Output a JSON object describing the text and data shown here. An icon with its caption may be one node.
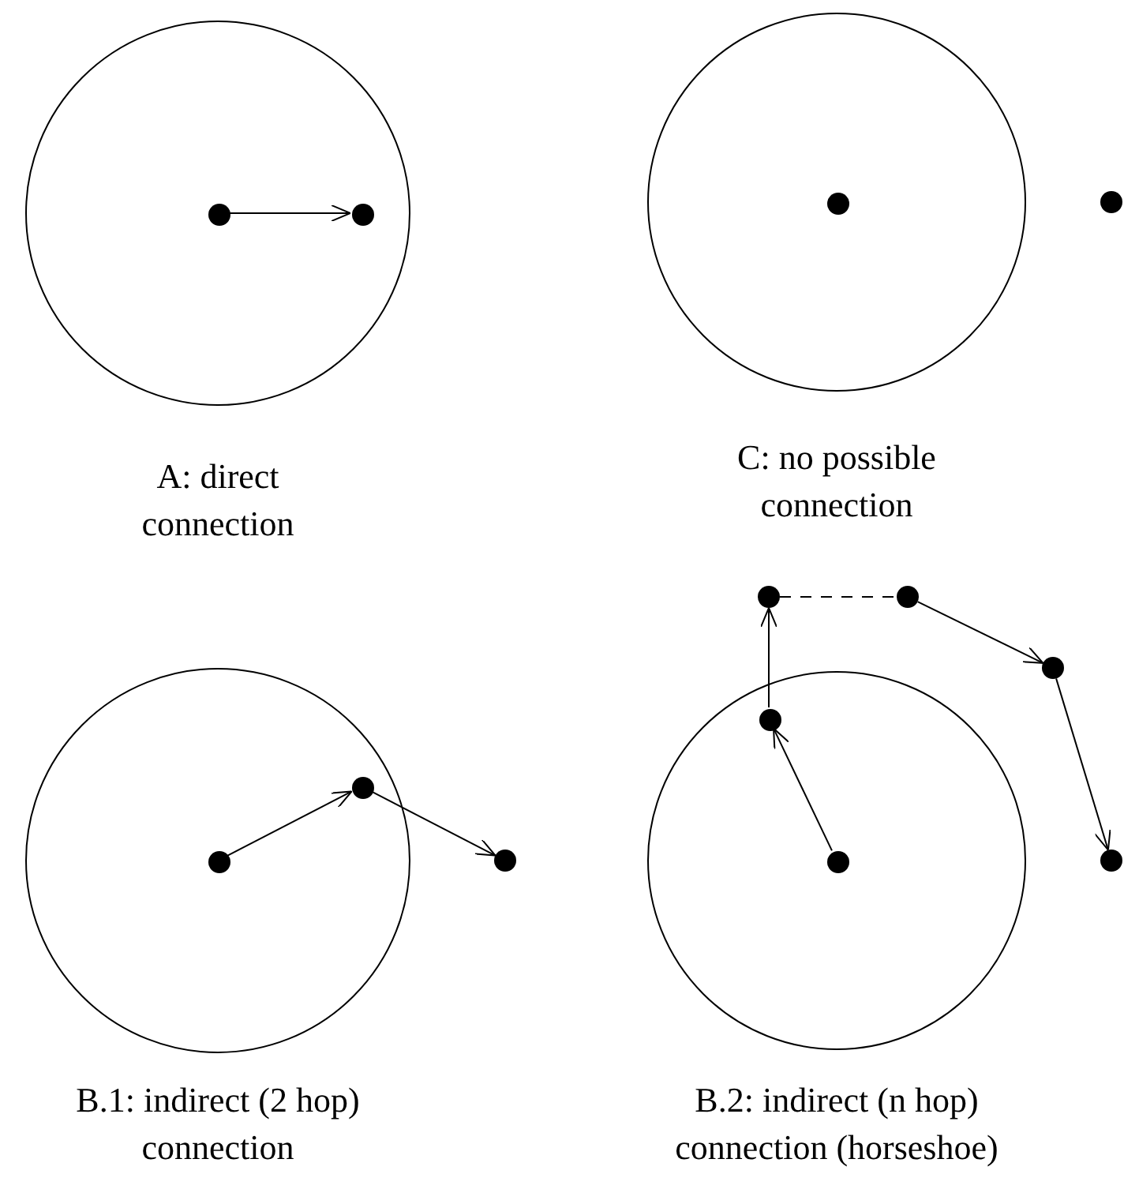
{
  "diagram": {
    "nodes": [
      {
        "text": [],
        "shape": "circle"
      },
      {
        "text": [],
        "shape": "dot",
        "in": 0
      },
      {
        "text": [],
        "shape": "dot",
        "in": 0
      },
      {
        "text": [],
        "shape": "circle"
      },
      {
        "text": [],
        "shape": "dot",
        "in": 3
      },
      {
        "text": [],
        "shape": "dot"
      },
      {
        "text": [],
        "shape": "circle"
      },
      {
        "text": [],
        "shape": "dot",
        "in": 6
      },
      {
        "text": [],
        "shape": "dot",
        "in": 6
      },
      {
        "text": [],
        "shape": "dot"
      },
      {
        "text": [],
        "shape": "circle"
      },
      {
        "text": [],
        "shape": "dot",
        "in": 10
      },
      {
        "text": [],
        "shape": "dot",
        "in": 10
      },
      {
        "text": [],
        "shape": "dot"
      },
      {
        "text": [],
        "shape": "dot"
      },
      {
        "text": [],
        "shape": "dot"
      },
      {
        "text": [],
        "shape": "dot"
      }
    ],
    "edges": [
      {
        "from": 1,
        "to": 2,
        "arrow": "to"
      },
      {
        "from": 7,
        "to": 8,
        "arrow": "to"
      },
      {
        "from": 8,
        "to": 9,
        "arrow": "to"
      },
      {
        "from": 11,
        "to": 12,
        "arrow": "to"
      },
      {
        "from": 12,
        "to": 13,
        "arrow": "to"
      },
      {
        "from": 13,
        "to": 14,
        "arrow": "none",
        "style": "dashed"
      },
      {
        "from": 14,
        "to": 15,
        "arrow": "to"
      },
      {
        "from": 15,
        "to": 16,
        "arrow": "to"
      }
    ],
    "labels": [
      "A: direct connection",
      "C: no possible connection",
      "B.1: indirect (2 hop) connection",
      "B.2: indirect (n hop) connection (horseshoe)"
    ]
  }
}
